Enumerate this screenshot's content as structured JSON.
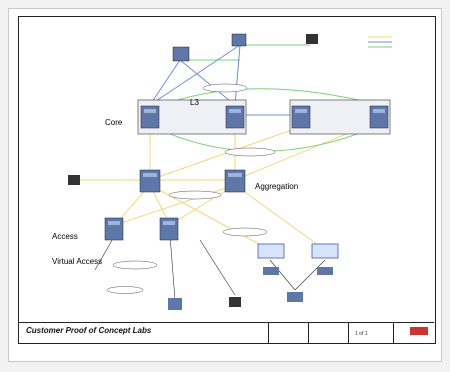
{
  "diagram": {
    "labels": {
      "core": "Core",
      "aggregation": "Aggregation",
      "access": "Access",
      "virtual_access": "Virtual Access",
      "l3_box": "L3"
    },
    "title_block": {
      "title": "Customer Proof of Concept Labs",
      "sheet": "1 of 1"
    },
    "colors": {
      "link_yellow": "#f3d77a",
      "link_green": "#7ed07e",
      "link_blue": "#6f8fd8",
      "device_blue": "#5d78a8",
      "note_purple": "#8a2aa7"
    },
    "icons": [
      "server-icon",
      "switch-icon",
      "workstation-icon",
      "traffic-generator-icon",
      "logo-icon"
    ]
  }
}
